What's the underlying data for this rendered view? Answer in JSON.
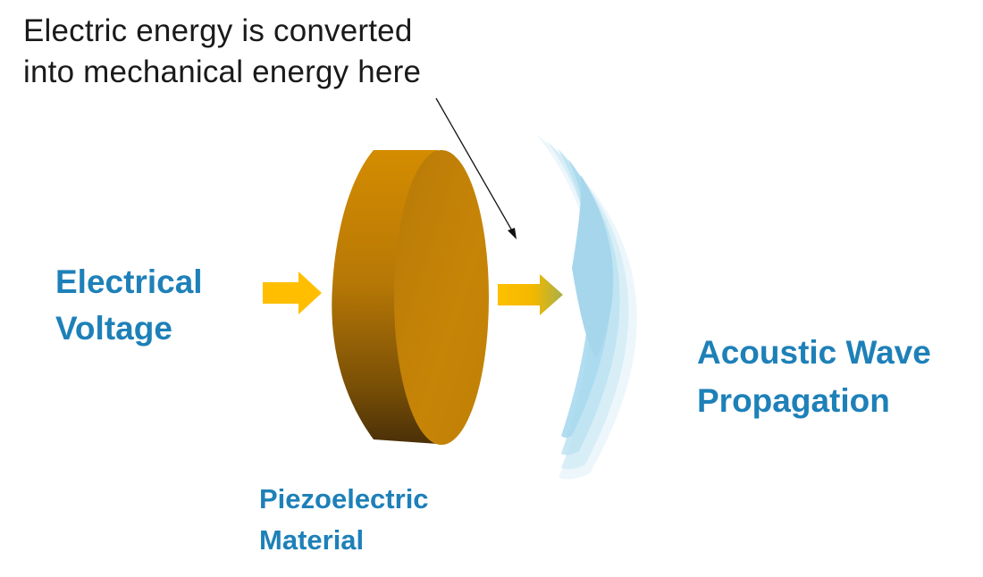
{
  "caption": {
    "line1": "Electric energy is converted",
    "line2": "into mechanical energy here"
  },
  "input_label": {
    "line1": "Electrical",
    "line2": "Voltage"
  },
  "material_label": {
    "line1": "Piezoelectric",
    "line2": "Material"
  },
  "output_label": {
    "line1": "Acoustic Wave",
    "line2": "Propagation"
  },
  "colors": {
    "label_blue": "#1e80b8",
    "arrow_yellow": "#ffbf00",
    "disc_face": "#c07f06",
    "disc_edge_top": "#d48c00",
    "disc_edge_bottom": "#4a3008",
    "wave_blue": "#9fd4ea",
    "caption_text": "#1a1a1a"
  }
}
